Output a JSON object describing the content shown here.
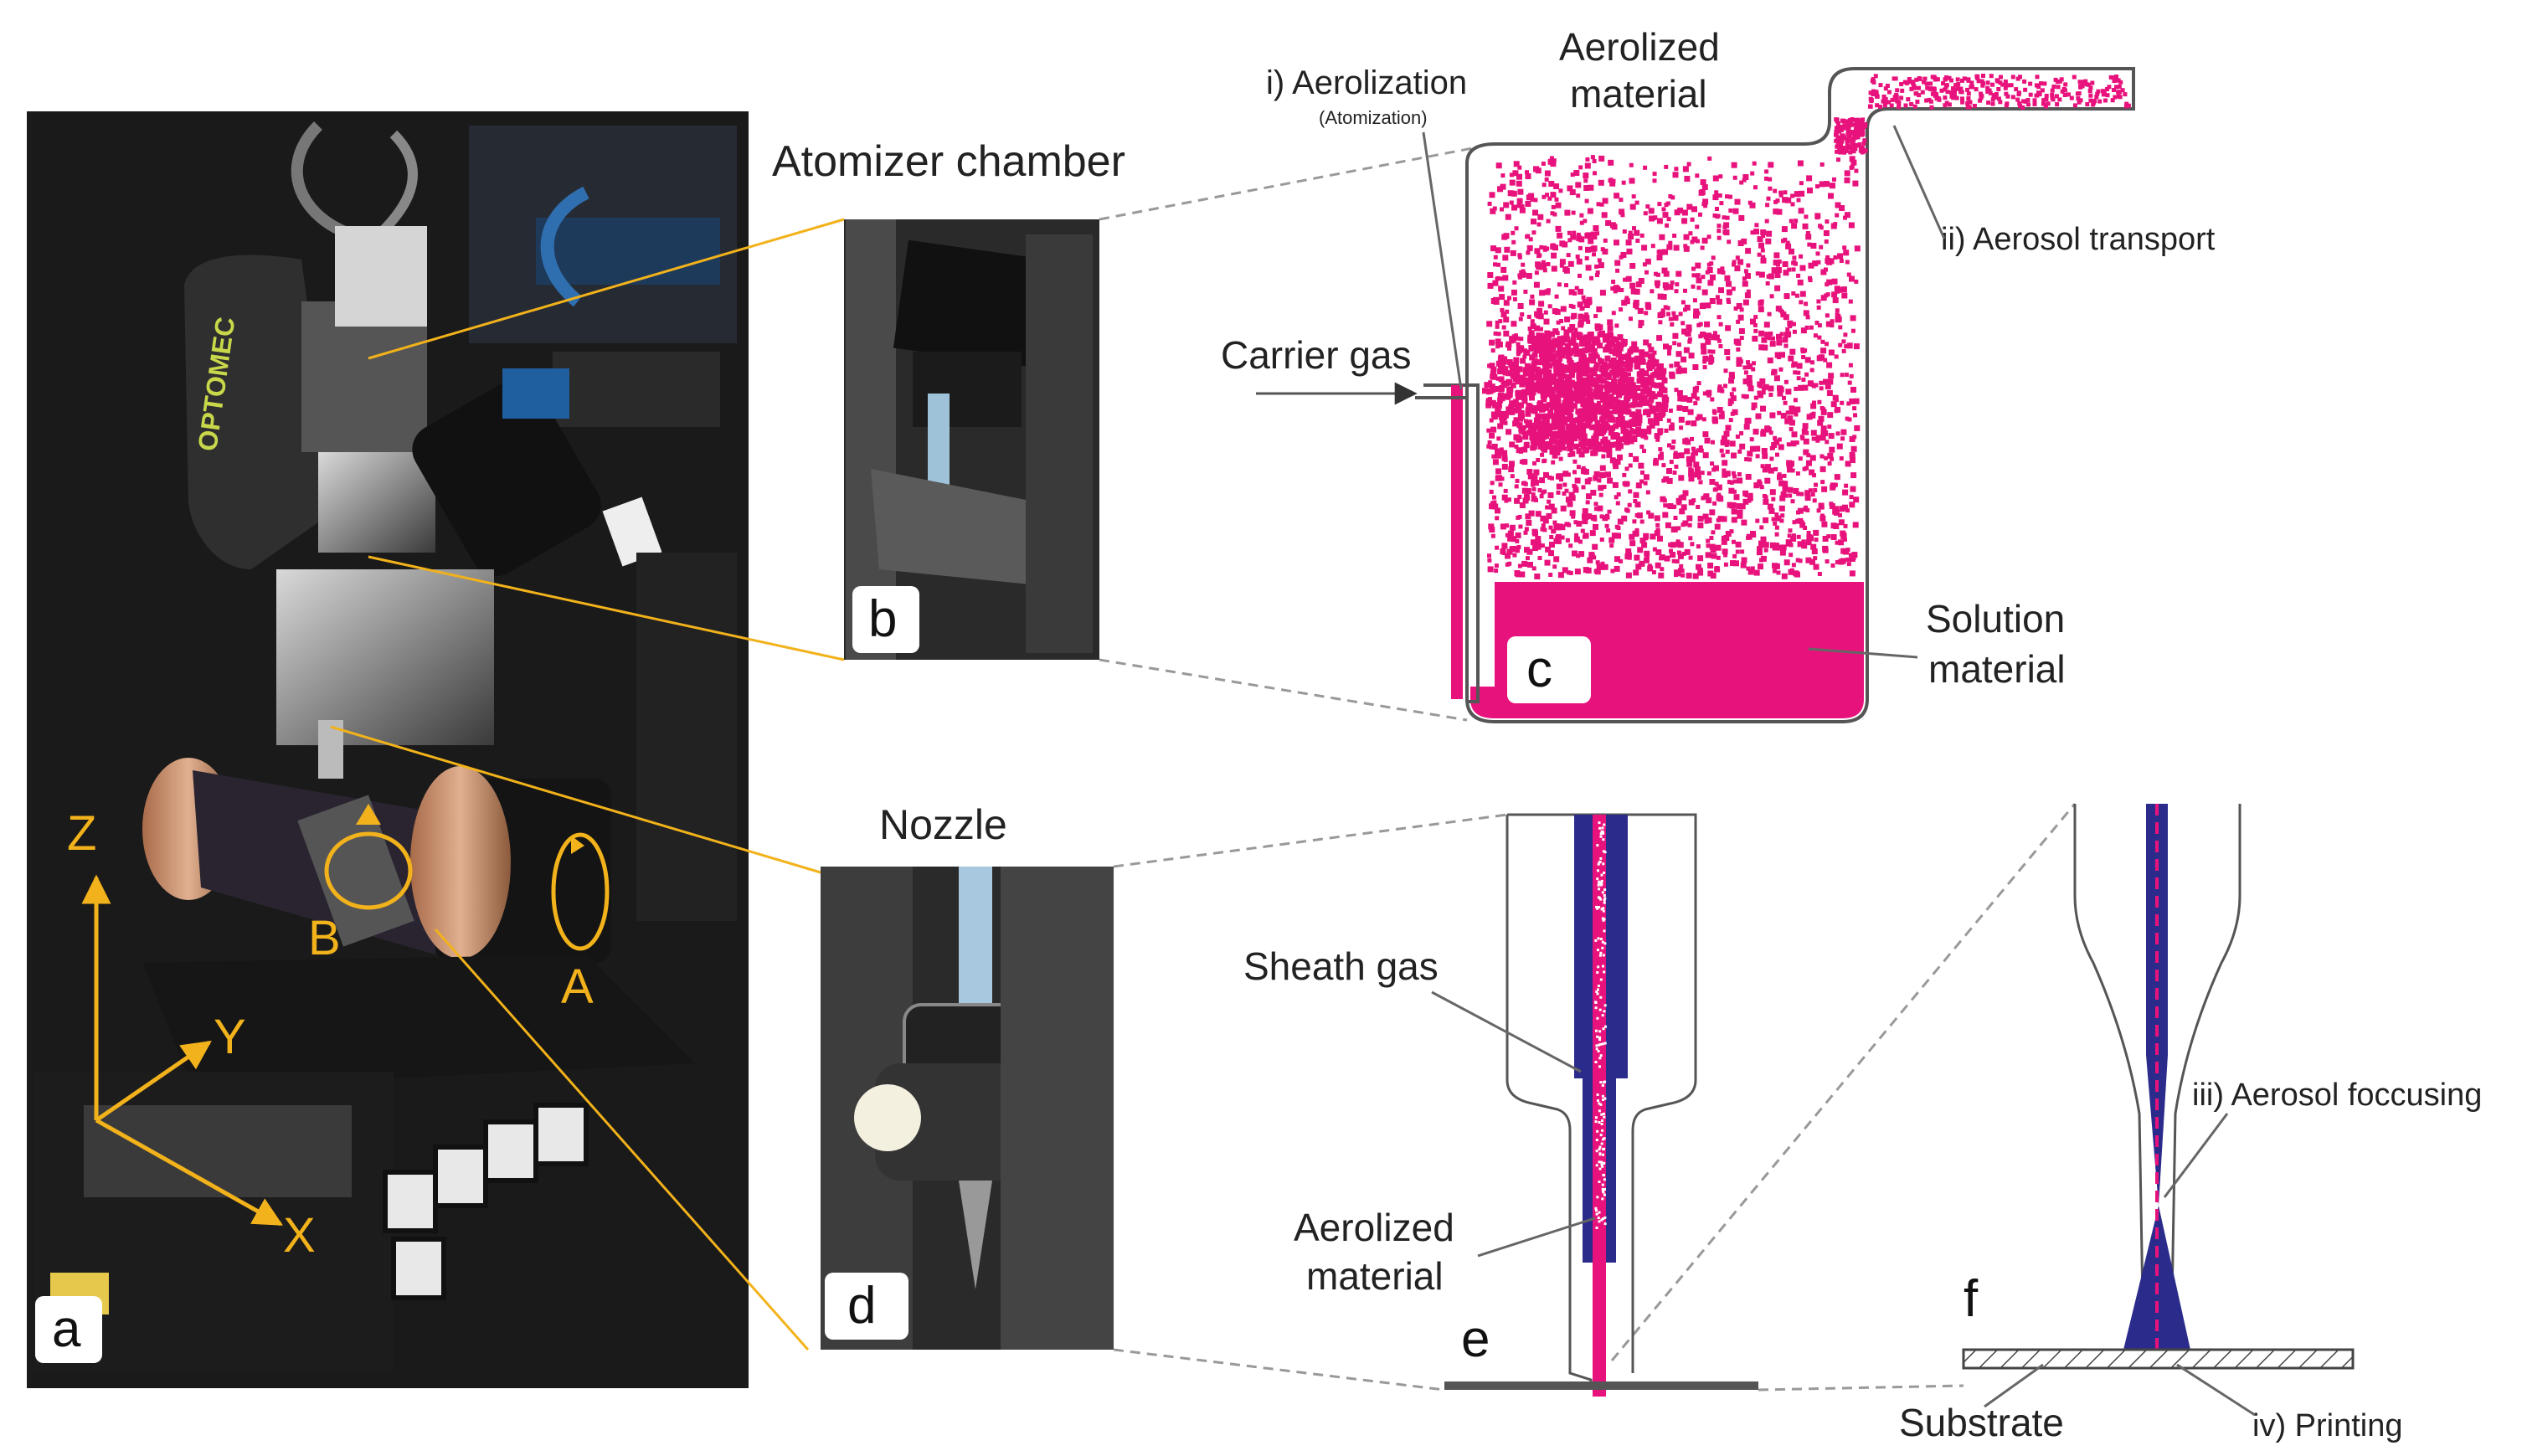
{
  "colors": {
    "accent": "#e8127c",
    "sheath": "#2b2b8c",
    "axes": "#f2b21b",
    "callout": "#f2b21b"
  },
  "panels": {
    "a": "a",
    "b": "b",
    "c": "c",
    "d": "d",
    "e": "e",
    "f": "f"
  },
  "photo_a": {
    "brand": "OPTOMEC",
    "axes": {
      "z": "Z",
      "y": "Y",
      "x": "X",
      "a": "A",
      "b": "B"
    }
  },
  "photo_b": {
    "title": "Atomizer chamber"
  },
  "photo_d": {
    "title": "Nozzle"
  },
  "atomizer": {
    "aerolization": "i) Aerolization",
    "atomization": "(Atomization)",
    "aerolized_line1": "Aerolized",
    "aerolized_line2": "material",
    "aerosol_transport": "ii) Aerosol transport",
    "carrier_gas": "Carrier gas",
    "solution_line1": "Solution",
    "solution_line2": "material"
  },
  "nozzle": {
    "sheath_gas": "Sheath gas",
    "aerolized_line1": "Aerolized",
    "aerolized_line2": "material"
  },
  "focus": {
    "aerosol_focusing": "iii) Aerosol foccusing",
    "substrate": "Substrate",
    "printing": "iv) Printing"
  }
}
